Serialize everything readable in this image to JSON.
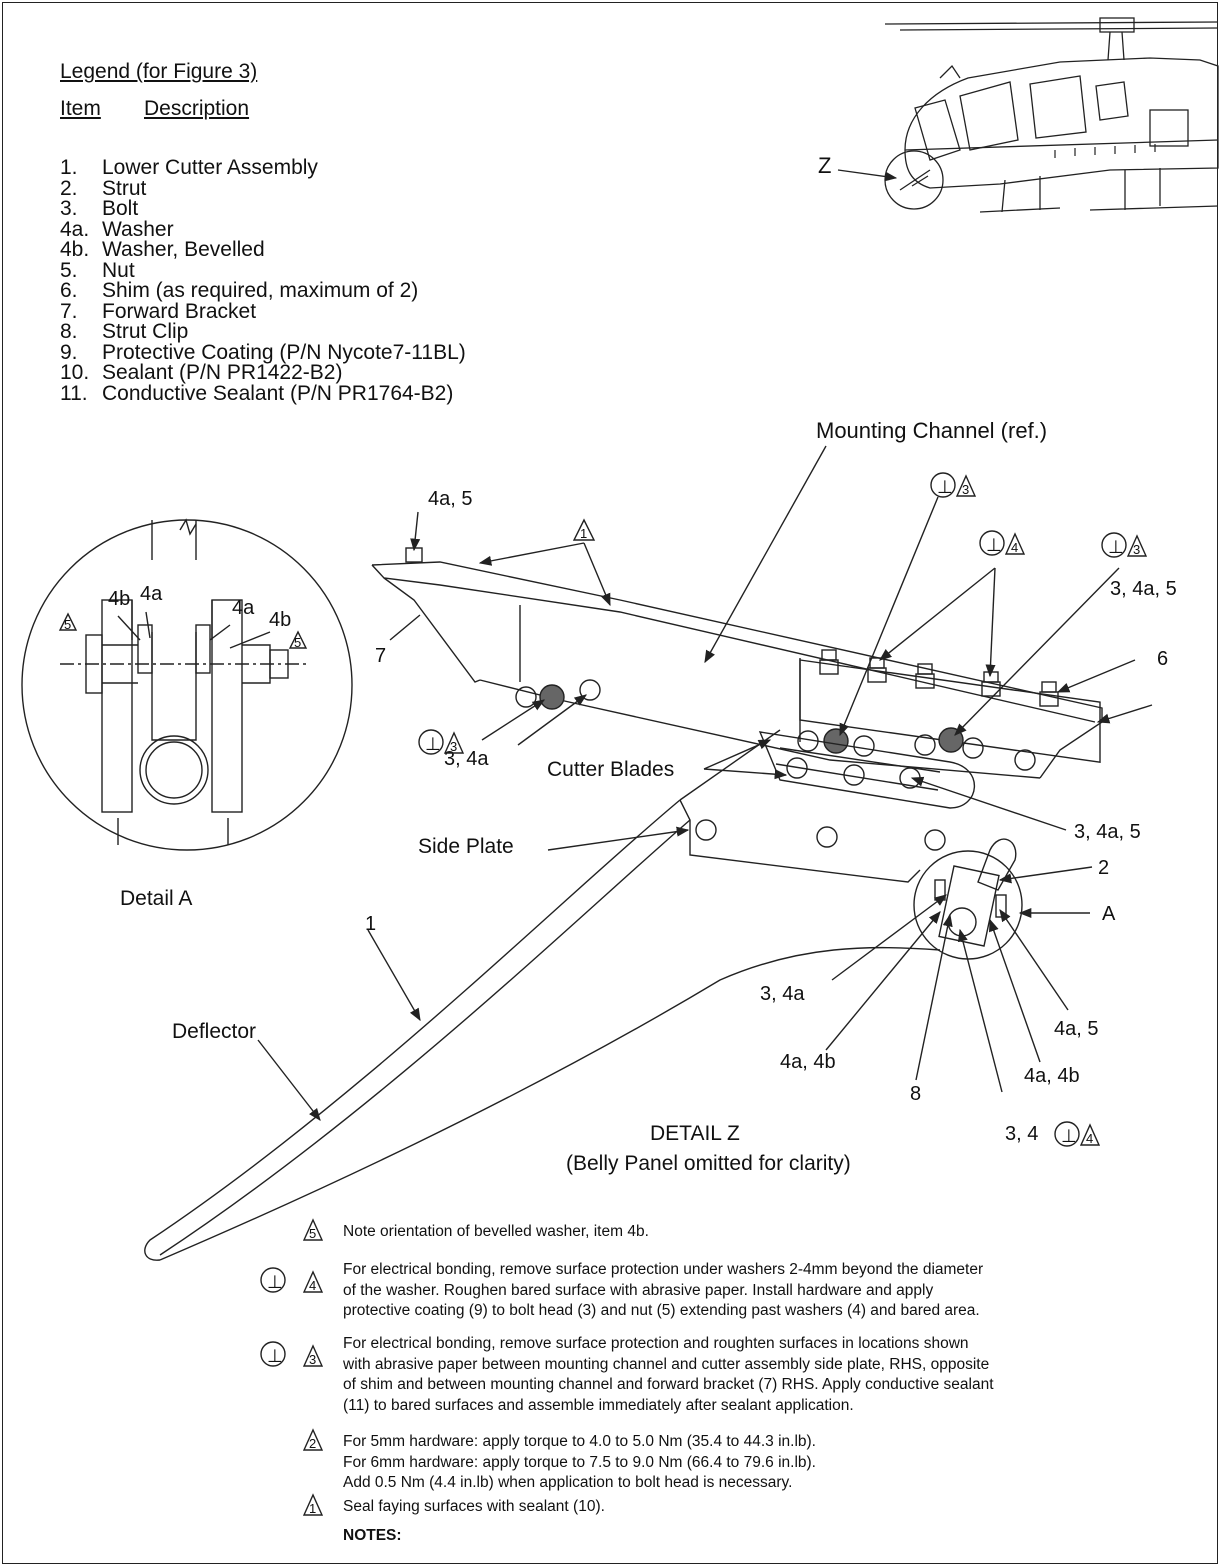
{
  "legend": {
    "title": "Legend (for Figure 3)",
    "col_item": "Item",
    "col_desc": "Description",
    "items": [
      {
        "num": "1.",
        "desc": "Lower Cutter Assembly"
      },
      {
        "num": "2.",
        "desc": "Strut"
      },
      {
        "num": "3.",
        "desc": "Bolt"
      },
      {
        "num": "4a.",
        "desc": "Washer"
      },
      {
        "num": "4b.",
        "desc": "Washer, Bevelled"
      },
      {
        "num": "5.",
        "desc": "Nut"
      },
      {
        "num": "6.",
        "desc": "Shim (as required, maximum of 2)"
      },
      {
        "num": "7.",
        "desc": "Forward Bracket"
      },
      {
        "num": "8.",
        "desc": "Strut Clip"
      },
      {
        "num": "9.",
        "desc": "Protective Coating (P/N Nycote7-11BL)"
      },
      {
        "num": "10.",
        "desc": "Sealant (P/N PR1422-B2)"
      },
      {
        "num": "11.",
        "desc": "Conductive Sealant (P/N PR1764-B2)"
      }
    ]
  },
  "labels": {
    "z": "Z",
    "mounting_channel": "Mounting Channel (ref.)",
    "l_4a5_top": "4a, 5",
    "flag1": "1",
    "bond3_a": "3",
    "bond4_a": "4",
    "bond3_b": "3",
    "l_34a5_right": "3, 4a, 5",
    "l_6": "6",
    "l_7": "7",
    "bond3_c": "3",
    "l_34a": "3, 4a",
    "cutter_blades": "Cutter Blades",
    "l_34a5_mid": "3, 4a, 5",
    "side_plate": "Side Plate",
    "l_2": "2",
    "l_a": "A",
    "detail_a": "Detail A",
    "l_1": "1",
    "l_34a_low": "3, 4a",
    "l_4a5_low": "4a, 5",
    "deflector": "Deflector",
    "l_4a4b_left": "4a, 4b",
    "l_4a4b_right": "4a, 4b",
    "l_8": "8",
    "detail_z": "DETAIL Z",
    "belly_note": "(Belly Panel omitted for clarity)",
    "l_34": "3, 4",
    "bond4_b": "4",
    "da_4b_l": "4b",
    "da_4a_l": "4a",
    "da_4a_r": "4a",
    "da_4b_r": "4b",
    "da_5_l": "5",
    "da_5_r": "5",
    "bond_symbol": "⊥"
  },
  "notes": {
    "heading": "NOTES:",
    "items": [
      {
        "flag": "5",
        "lines": [
          "Note orientation of bevelled washer, item 4b."
        ]
      },
      {
        "flag": "4",
        "bonding": true,
        "lines": [
          "For electrical bonding, remove surface protection under washers 2-4mm beyond the diameter",
          "of the washer. Roughen bared surface with abrasive paper. Install hardware and apply",
          "protective coating (9) to bolt head (3) and nut (5) extending past washers (4) and bared area."
        ]
      },
      {
        "flag": "3",
        "bonding": true,
        "lines": [
          "For electrical bonding, remove surface protection and roughten surfaces in locations shown",
          "with abrasive paper between mounting channel and cutter assembly side plate, RHS, opposite",
          "of shim and between mounting channel and forward bracket (7) RHS. Apply conductive sealant",
          "(11) to bared surfaces and assemble immediately after sealant application."
        ]
      },
      {
        "flag": "2",
        "lines": [
          "For 5mm hardware: apply torque to 4.0 to 5.0 Nm (35.4 to 44.3 in.lb).",
          "For 6mm hardware: apply torque to 7.5 to 9.0 Nm (66.4 to 79.6 in.lb).",
          "Add 0.5 Nm (4.4 in.lb) when application to bolt head is necessary."
        ]
      },
      {
        "flag": "1",
        "lines": [
          "Seal faying surfaces with sealant (10)."
        ]
      }
    ]
  }
}
